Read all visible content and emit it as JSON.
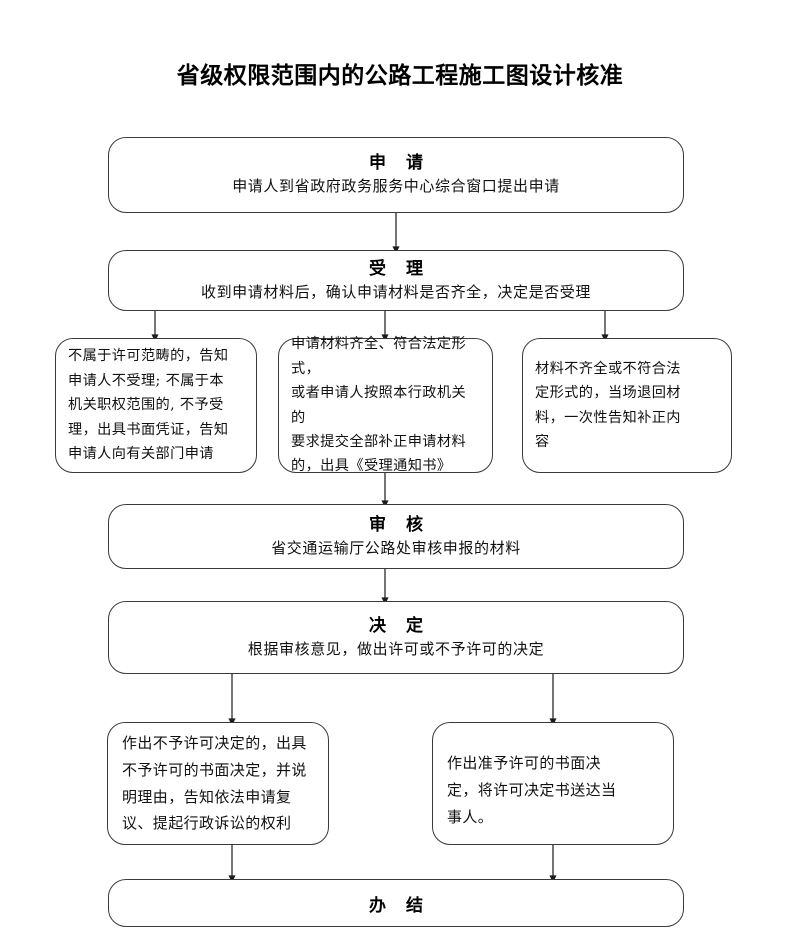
{
  "page": {
    "title": "省级权限范围内的公路工程施工图设计核准",
    "background_color": "#ffffff",
    "line_color": "#3a3a3a",
    "text_color": "#000000"
  },
  "chart_data": {
    "type": "diagram",
    "diagram_kind": "flowchart",
    "title": "省级权限范围内的公路工程施工图设计核准",
    "orientation": "top-to-bottom",
    "nodes": [
      {
        "id": "apply",
        "shape": "rounded-rectangle",
        "heading": "申  请",
        "body": "申请人到省政府政务服务中心综合窗口提出申请"
      },
      {
        "id": "accept",
        "shape": "rounded-rectangle",
        "heading": "受  理",
        "body": "收到申请材料后，确认申请材料是否齐全，决定是否受理"
      },
      {
        "id": "branch-left",
        "shape": "rounded-rectangle",
        "heading": "",
        "body": "不属于许可范畴的，告知申请人不受理; 不属于本机关职权范围的, 不予受理，出具书面凭证，告知申请人向有关部门申请"
      },
      {
        "id": "branch-middle",
        "shape": "rounded-rectangle",
        "heading": "",
        "body": "申请材料齐全、符合法定形式，或者申请人按照本行政机关的要求提交全部补正申请材料的，出具《受理通知书》"
      },
      {
        "id": "branch-right",
        "shape": "rounded-rectangle",
        "heading": "",
        "body": "材料不齐全或不符合法定形式的，当场退回材料，一次性告知补正内容"
      },
      {
        "id": "review",
        "shape": "rounded-rectangle",
        "heading": "审  核",
        "body": "省交通运输厅公路处审核申报的材料"
      },
      {
        "id": "decide",
        "shape": "rounded-rectangle",
        "heading": "决  定",
        "body": "根据审核意见，做出许可或不予许可的决定"
      },
      {
        "id": "outcome-deny",
        "shape": "rounded-rectangle",
        "heading": "",
        "body": "作出不予许可决定的，出具不予许可的书面决定，并说明理由，告知依法申请复议、提起行政诉讼的权利"
      },
      {
        "id": "outcome-grant",
        "shape": "rounded-rectangle",
        "heading": "",
        "body": "作出准予许可的书面决定，将许可决定书送达当事人。"
      },
      {
        "id": "finish",
        "shape": "rounded-rectangle",
        "heading": "办  结",
        "body": ""
      }
    ],
    "edges": [
      {
        "from": "apply",
        "to": "accept",
        "style": "arrow"
      },
      {
        "from": "accept",
        "to": "branch-left",
        "style": "arrow"
      },
      {
        "from": "accept",
        "to": "branch-middle",
        "style": "arrow"
      },
      {
        "from": "accept",
        "to": "branch-right",
        "style": "arrow"
      },
      {
        "from": "branch-middle",
        "to": "review",
        "style": "arrow"
      },
      {
        "from": "review",
        "to": "decide",
        "style": "arrow"
      },
      {
        "from": "decide",
        "to": "outcome-deny",
        "style": "arrow"
      },
      {
        "from": "decide",
        "to": "outcome-grant",
        "style": "arrow"
      },
      {
        "from": "outcome-deny",
        "to": "finish",
        "style": "arrow"
      },
      {
        "from": "outcome-grant",
        "to": "finish",
        "style": "arrow"
      }
    ]
  },
  "nodes": {
    "apply": {
      "heading": "申  请",
      "body": "申请人到省政府政务服务中心综合窗口提出申请"
    },
    "accept": {
      "heading": "受  理",
      "body": "收到申请材料后，确认申请材料是否齐全，决定是否受理"
    },
    "branch_left": {
      "line1": "不属于许可范畴的，告知",
      "line2": "申请人不受理; 不属于本",
      "line3": "机关职权范围的, 不予受",
      "line4": "理，出具书面凭证，告知",
      "line5": "申请人向有关部门申请"
    },
    "branch_middle": {
      "line1": "申请材料齐全、符合法定形式，",
      "line2": "或者申请人按照本行政机关的",
      "line3": "要求提交全部补正申请材料",
      "line4": "的，出具《受理通知书》"
    },
    "branch_right": {
      "line1": "材料不齐全或不符合法",
      "line2": "定形式的，当场退回材",
      "line3": "料，一次性告知补正内",
      "line4": "容"
    },
    "review": {
      "heading": "审  核",
      "body": "省交通运输厅公路处审核申报的材料"
    },
    "decide": {
      "heading": "决  定",
      "body": "根据审核意见，做出许可或不予许可的决定"
    },
    "outcome_deny": {
      "line1": "作出不予许可决定的，出具",
      "line2": "不予许可的书面决定，并说",
      "line3": "明理由，告知依法申请复",
      "line4": "议、提起行政诉讼的权利"
    },
    "outcome_grant": {
      "line1": "作出准予许可的书面决",
      "line2": "定，将许可决定书送达当",
      "line3": "事人。"
    },
    "finish": {
      "heading": "办  结"
    }
  }
}
